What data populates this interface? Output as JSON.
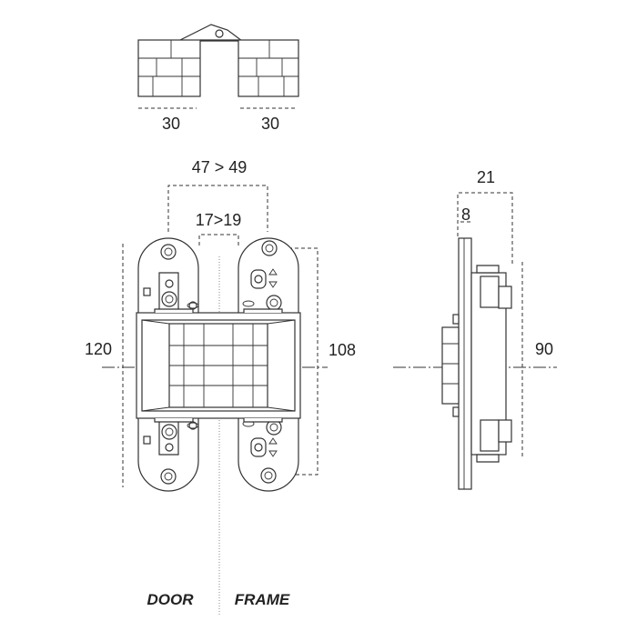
{
  "dimensions": {
    "top_left_width": "30",
    "top_right_width": "30",
    "hole_spacing": "47 > 49",
    "gap_range": "17>19",
    "door_height": "120",
    "frame_height": "108",
    "depth": "21",
    "flange_depth": "8",
    "side_height": "90"
  },
  "labels": {
    "door": "DOOR",
    "frame": "FRAME"
  },
  "colors": {
    "line": "#333333",
    "background": "#ffffff"
  }
}
